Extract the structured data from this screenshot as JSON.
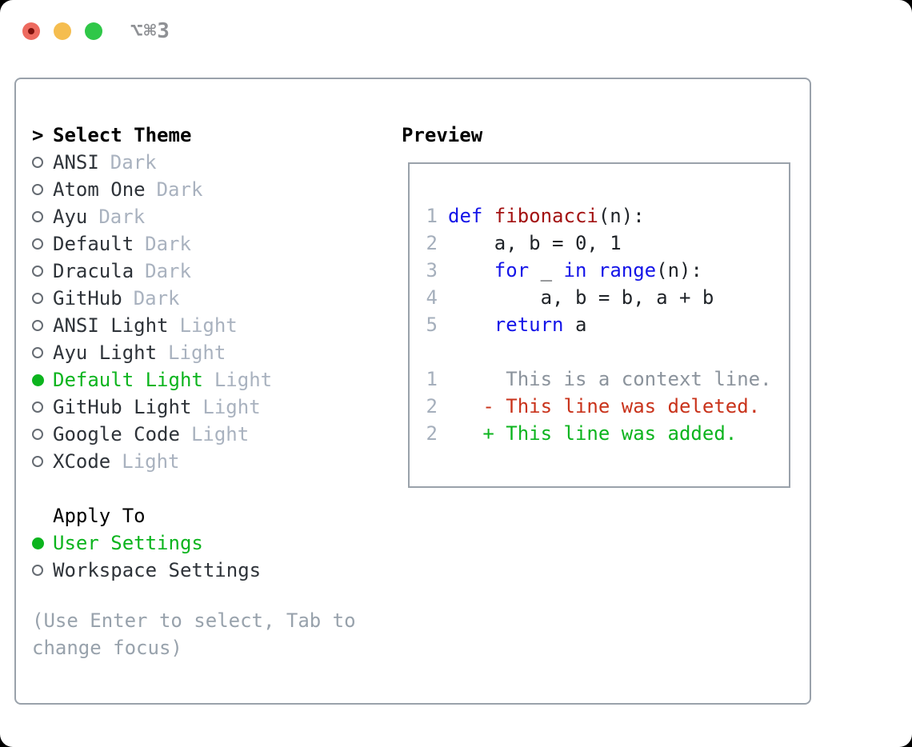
{
  "titlebar": {
    "title": "⌥⌘3",
    "traffic_lights": [
      "close",
      "minimize",
      "zoom"
    ]
  },
  "colors": {
    "accent_green": "#0cb41e",
    "keyword_blue": "#1414e8",
    "function_red": "#a31212",
    "deleted_red": "#c9331b",
    "added_green": "#0cb41e",
    "context_gray": "#8b939c",
    "lineno_gray": "#a5afbc",
    "tag_gray": "#a9b2bf",
    "hint_gray": "#98a2ac",
    "border_gray": "#9aa2ab"
  },
  "theme_list": {
    "prompt": ">",
    "header": "Select Theme",
    "items": [
      {
        "name": "ANSI",
        "tag": "Dark",
        "selected": false
      },
      {
        "name": "Atom One",
        "tag": "Dark",
        "selected": false
      },
      {
        "name": "Ayu",
        "tag": "Dark",
        "selected": false
      },
      {
        "name": "Default",
        "tag": "Dark",
        "selected": false
      },
      {
        "name": "Dracula",
        "tag": "Dark",
        "selected": false
      },
      {
        "name": "GitHub",
        "tag": "Dark",
        "selected": false
      },
      {
        "name": "ANSI Light",
        "tag": "Light",
        "selected": false
      },
      {
        "name": "Ayu Light",
        "tag": "Light",
        "selected": false
      },
      {
        "name": "Default Light",
        "tag": "Light",
        "selected": true
      },
      {
        "name": "GitHub Light",
        "tag": "Light",
        "selected": false
      },
      {
        "name": "Google Code",
        "tag": "Light",
        "selected": false
      },
      {
        "name": "XCode",
        "tag": "Light",
        "selected": false
      }
    ]
  },
  "apply_to": {
    "header": "Apply To",
    "options": [
      {
        "name": "User Settings",
        "selected": true
      },
      {
        "name": "Workspace Settings",
        "selected": false
      }
    ]
  },
  "footer_hint": "(Use Enter to select, Tab to change focus)",
  "preview": {
    "title": "Preview",
    "syntax_colors": {
      "keyword": "#1414e8",
      "function": "#a31212",
      "plain": "#1f2328",
      "context": "#8b939c",
      "deleted": "#c9331b",
      "added": "#0cb41e"
    },
    "lines": [
      {
        "no": "1",
        "segments": [
          {
            "text": "def ",
            "color": "keyword"
          },
          {
            "text": "fibonacci",
            "color": "function"
          },
          {
            "text": "(n):",
            "color": "plain"
          }
        ]
      },
      {
        "no": "2",
        "segments": [
          {
            "text": "    a, b = 0, 1",
            "color": "plain"
          }
        ]
      },
      {
        "no": "3",
        "segments": [
          {
            "text": "    ",
            "color": "plain"
          },
          {
            "text": "for",
            "color": "keyword"
          },
          {
            "text": " _ ",
            "color": "plain"
          },
          {
            "text": "in",
            "color": "keyword"
          },
          {
            "text": " ",
            "color": "plain"
          },
          {
            "text": "range",
            "color": "keyword"
          },
          {
            "text": "(n):",
            "color": "plain"
          }
        ]
      },
      {
        "no": "4",
        "segments": [
          {
            "text": "        a, b = b, a + b",
            "color": "plain"
          }
        ]
      },
      {
        "no": "5",
        "segments": [
          {
            "text": "    ",
            "color": "plain"
          },
          {
            "text": "return",
            "color": "keyword"
          },
          {
            "text": " a",
            "color": "plain"
          }
        ]
      },
      {
        "no": "",
        "segments": []
      },
      {
        "no": "1",
        "segments": [
          {
            "text": "     This is a context line.",
            "color": "context"
          }
        ]
      },
      {
        "no": "2",
        "segments": [
          {
            "text": "   - This line was deleted.",
            "color": "deleted"
          }
        ]
      },
      {
        "no": "2",
        "segments": [
          {
            "text": "   + This line was added.",
            "color": "added"
          }
        ]
      }
    ]
  }
}
